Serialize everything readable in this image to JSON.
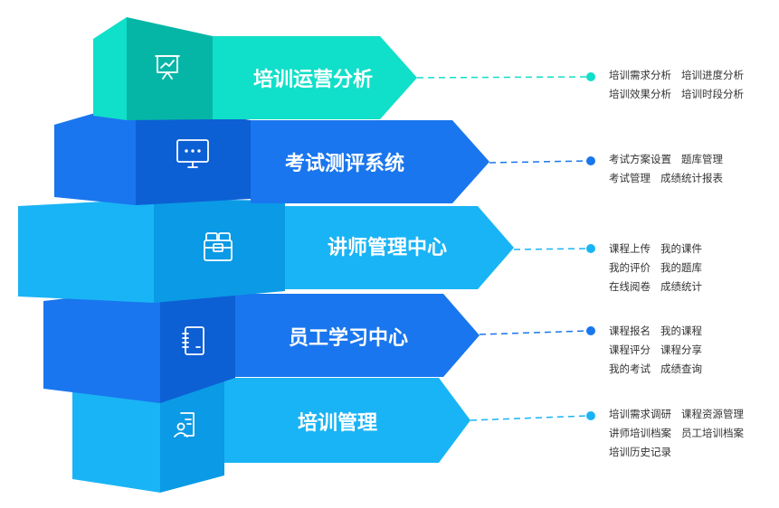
{
  "colors": {
    "teal": "#10dfc9",
    "blue": "#1976ee",
    "sky": "#19b4f5",
    "white": "#ffffff",
    "text": "#333333"
  },
  "modules": [
    {
      "title": "培训运营分析",
      "icon": "presentation-icon",
      "color": "#10dfc9",
      "items": [
        "培训需求分析",
        "培训进度分析",
        "培训效果分析",
        "培训时段分析"
      ],
      "lines": [
        "培训需求分析   培训进度分析",
        "培训效果分析   培训时段分析"
      ]
    },
    {
      "title": "考试测评系统",
      "icon": "monitor-icon",
      "color": "#1976ee",
      "items": [
        "考试方案设置",
        "题库管理",
        "考试管理",
        "成绩统计报表"
      ],
      "lines": [
        "考试方案设置   题库管理",
        "考试管理   成绩统计报表"
      ]
    },
    {
      "title": "讲师管理中心",
      "icon": "briefcase-icon",
      "color": "#19b4f5",
      "items": [
        "课程上传",
        "我的课件",
        "我的评价",
        "我的题库",
        "在线阅卷",
        "成绩统计"
      ],
      "lines": [
        "课程上传   我的课件",
        "我的评价   我的题库",
        "在线阅卷   成绩统计"
      ]
    },
    {
      "title": "员工学习中心",
      "icon": "notebook-icon",
      "color": "#1976ee",
      "items": [
        "课程报名",
        "我的课程",
        "课程评分",
        "课程分享",
        "我的考试",
        "成绩查询"
      ],
      "lines": [
        "课程报名   我的课程",
        "课程评分   课程分享",
        "我的考试   成绩查询"
      ]
    },
    {
      "title": "培训管理",
      "icon": "user-document-icon",
      "color": "#19b4f5",
      "items": [
        "培训需求调研",
        "课程资源管理",
        "讲师培训档案",
        "员工培训档案",
        "培训历史记录"
      ],
      "lines": [
        "培训需求调研   课程资源管理",
        "讲师培训档案   员工培训档案",
        "培训历史记录"
      ]
    }
  ]
}
